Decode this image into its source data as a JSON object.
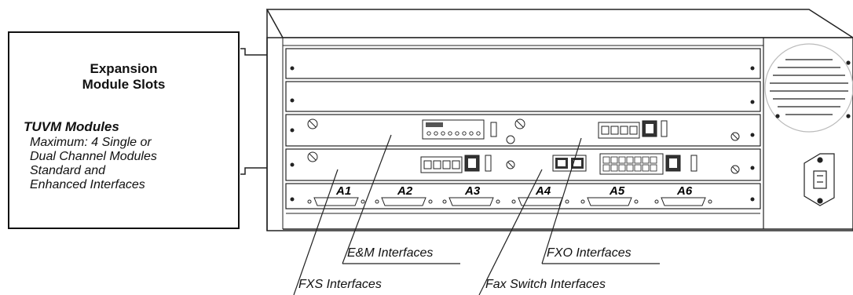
{
  "callout": {
    "title_line1": "Expansion",
    "title_line2": "Module Slots",
    "tuvm_title": "TUVM Modules",
    "tuvm_lines": [
      "Maximum: 4 Single or",
      "Dual Channel Modules",
      "Standard and",
      "Enhanced Interfaces"
    ]
  },
  "slot_labels": [
    "A1",
    "A2",
    "A3",
    "A4",
    "A5",
    "A6"
  ],
  "interface_labels": {
    "em": "E&M Interfaces",
    "fxo": "FXO Interfaces",
    "fxs": "FXS Interfaces",
    "fax": "Fax Switch Interfaces"
  }
}
